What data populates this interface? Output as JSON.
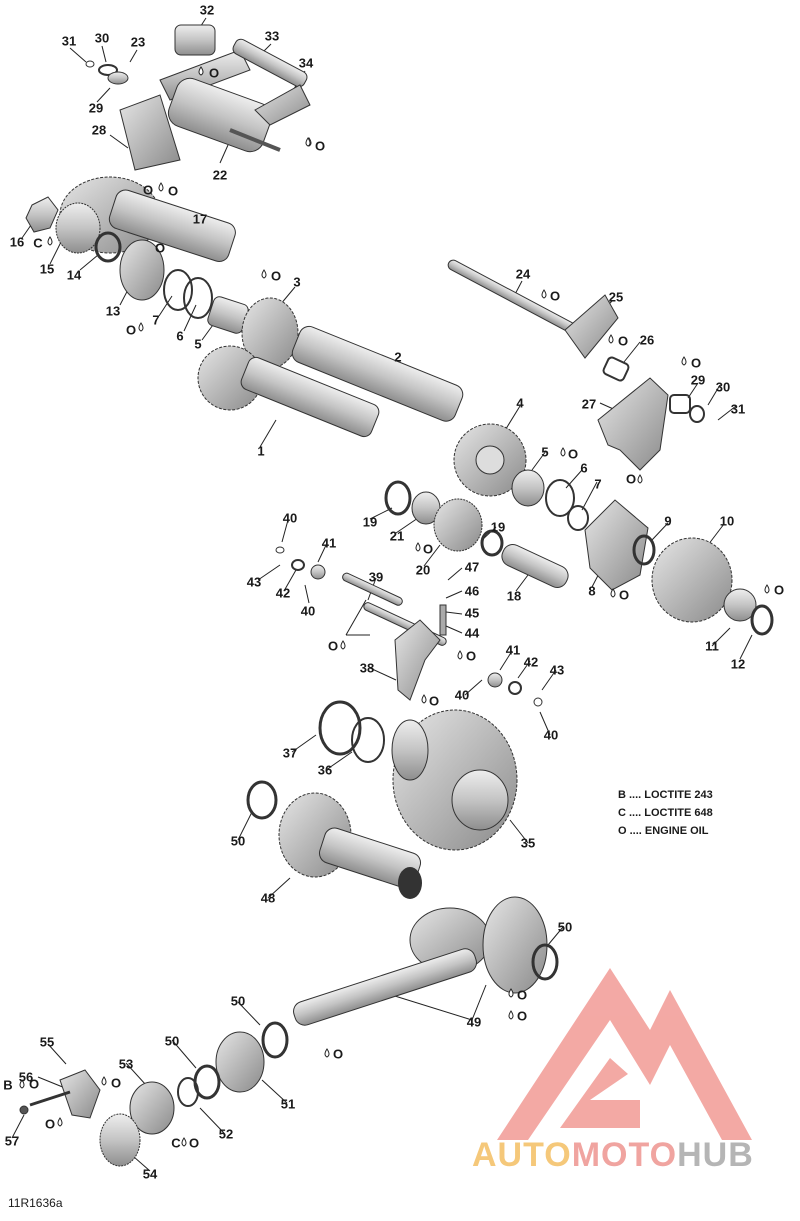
{
  "callouts": [
    {
      "id": "c32",
      "text": "32"
    },
    {
      "id": "c31",
      "text": "31"
    },
    {
      "id": "c30a",
      "text": "30"
    },
    {
      "id": "c23",
      "text": "23"
    },
    {
      "id": "c33",
      "text": "33"
    },
    {
      "id": "c34",
      "text": "34"
    },
    {
      "id": "c29a",
      "text": "29"
    },
    {
      "id": "c28",
      "text": "28"
    },
    {
      "id": "c22",
      "text": "22"
    },
    {
      "id": "c17",
      "text": "17"
    },
    {
      "id": "c16",
      "text": "16"
    },
    {
      "id": "c15",
      "text": "15"
    },
    {
      "id": "c14",
      "text": "14"
    },
    {
      "id": "c13",
      "text": "13"
    },
    {
      "id": "c7a",
      "text": "7"
    },
    {
      "id": "c6a",
      "text": "6"
    },
    {
      "id": "c5a",
      "text": "5"
    },
    {
      "id": "c3",
      "text": "3"
    },
    {
      "id": "c24",
      "text": "24"
    },
    {
      "id": "c25",
      "text": "25"
    },
    {
      "id": "c26",
      "text": "26"
    },
    {
      "id": "c2",
      "text": "2"
    },
    {
      "id": "c29b",
      "text": "29"
    },
    {
      "id": "c30b",
      "text": "30"
    },
    {
      "id": "c31b",
      "text": "31"
    },
    {
      "id": "c27",
      "text": "27"
    },
    {
      "id": "c1",
      "text": "1"
    },
    {
      "id": "c4",
      "text": "4"
    },
    {
      "id": "c5b",
      "text": "5"
    },
    {
      "id": "c6b",
      "text": "6"
    },
    {
      "id": "c7b",
      "text": "7"
    },
    {
      "id": "c19a",
      "text": "19"
    },
    {
      "id": "c21",
      "text": "21"
    },
    {
      "id": "c20",
      "text": "20"
    },
    {
      "id": "c19b",
      "text": "19"
    },
    {
      "id": "c9",
      "text": "9"
    },
    {
      "id": "c10",
      "text": "10"
    },
    {
      "id": "c8",
      "text": "8"
    },
    {
      "id": "c40a",
      "text": "40"
    },
    {
      "id": "c41a",
      "text": "41"
    },
    {
      "id": "c43a",
      "text": "43"
    },
    {
      "id": "c42a",
      "text": "42"
    },
    {
      "id": "c40b",
      "text": "40"
    },
    {
      "id": "c39",
      "text": "39"
    },
    {
      "id": "c47",
      "text": "47"
    },
    {
      "id": "c46",
      "text": "46"
    },
    {
      "id": "c45",
      "text": "45"
    },
    {
      "id": "c44",
      "text": "44"
    },
    {
      "id": "c18",
      "text": "18"
    },
    {
      "id": "c11",
      "text": "11"
    },
    {
      "id": "c12",
      "text": "12"
    },
    {
      "id": "c38",
      "text": "38"
    },
    {
      "id": "c41b",
      "text": "41"
    },
    {
      "id": "c42b",
      "text": "42"
    },
    {
      "id": "c43b",
      "text": "43"
    },
    {
      "id": "c40c",
      "text": "40"
    },
    {
      "id": "c40d",
      "text": "40"
    },
    {
      "id": "c37",
      "text": "37"
    },
    {
      "id": "c36",
      "text": "36"
    },
    {
      "id": "c50a",
      "text": "50"
    },
    {
      "id": "c35",
      "text": "35"
    },
    {
      "id": "c48",
      "text": "48"
    },
    {
      "id": "c50b",
      "text": "50"
    },
    {
      "id": "c50c",
      "text": "50"
    },
    {
      "id": "c49",
      "text": "49"
    },
    {
      "id": "c50d",
      "text": "50"
    },
    {
      "id": "c55",
      "text": "55"
    },
    {
      "id": "c56",
      "text": "56"
    },
    {
      "id": "c53",
      "text": "53"
    },
    {
      "id": "c51",
      "text": "51"
    },
    {
      "id": "c57",
      "text": "57"
    },
    {
      "id": "c52",
      "text": "52"
    },
    {
      "id": "c54",
      "text": "54"
    },
    {
      "id": "o1",
      "text": "O"
    },
    {
      "id": "o2",
      "text": "O"
    },
    {
      "id": "o3",
      "text": "O"
    },
    {
      "id": "o4",
      "text": "O"
    },
    {
      "id": "o5",
      "text": "O"
    },
    {
      "id": "o6",
      "text": "O"
    },
    {
      "id": "o7",
      "text": "O"
    },
    {
      "id": "o8",
      "text": "O"
    },
    {
      "id": "o9",
      "text": "O"
    },
    {
      "id": "o10",
      "text": "O"
    },
    {
      "id": "o11",
      "text": "O"
    },
    {
      "id": "o12",
      "text": "O"
    },
    {
      "id": "o13",
      "text": "O"
    },
    {
      "id": "o14",
      "text": "O"
    },
    {
      "id": "o15",
      "text": "O"
    },
    {
      "id": "o16",
      "text": "O"
    },
    {
      "id": "o17",
      "text": "O"
    },
    {
      "id": "o18",
      "text": "O"
    },
    {
      "id": "o19",
      "text": "O"
    },
    {
      "id": "o20",
      "text": "O"
    },
    {
      "id": "o21",
      "text": "O"
    },
    {
      "id": "o22",
      "text": "O"
    },
    {
      "id": "o23",
      "text": "O"
    },
    {
      "id": "o24",
      "text": "O"
    },
    {
      "id": "o25",
      "text": "O"
    },
    {
      "id": "cc1",
      "text": "C"
    },
    {
      "id": "cc2",
      "text": "C"
    },
    {
      "id": "bb1",
      "text": "B"
    }
  ],
  "legend": [
    "B .... LOCTITE 243",
    "C .... LOCTITE 648",
    "O .... ENGINE OIL"
  ],
  "reference": "11R1636a",
  "watermark": {
    "part1": "AUTO",
    "part2": "MOTO",
    "part3": "HUB",
    "color_auto": "#f5c87a",
    "color_moto": "#f0a4a0",
    "color_hub": "#b5b5b5",
    "logo_color": "#f2a09b"
  }
}
